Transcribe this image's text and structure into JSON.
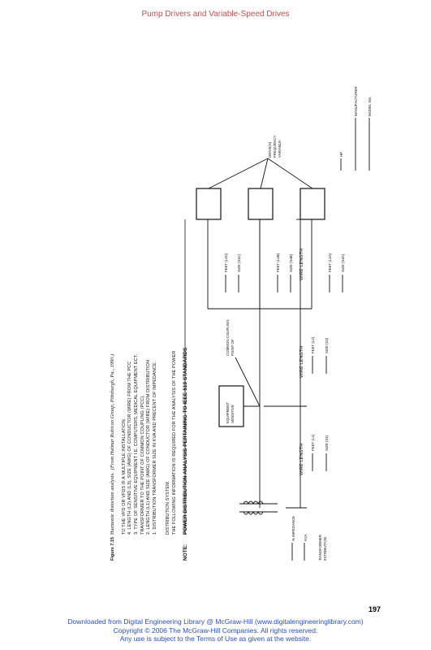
{
  "header": {
    "title": "Pump Drivers and Variable-Speed Drives"
  },
  "page_number": "197",
  "figure": {
    "label": "Figure 7.15",
    "caption": "Harmonic distortion analysis.",
    "source": "(From Halmar Robicon Group, Pittsburgh, Pa., 1990.)"
  },
  "diagram": {
    "transformer": {
      "label": "DISTRIBUTION TRANSFORMER",
      "kva": "KVA",
      "impedance": "% IMPEDANCE"
    },
    "sensitive_equipment": "SENSITIVE EQUIPMENT",
    "pcc": "POINT OF COMMON COUPLING",
    "wire_length": "WIRE LENGTH",
    "segment1": {
      "feet": "FEET (L1)",
      "size": "SIZE (S1)"
    },
    "segment2": {
      "feet": "FEET (L2)",
      "size": "SIZE (S2)"
    },
    "branches": [
      {
        "feet": "FEET (L3A)",
        "size": "SIZE (S3A)"
      },
      {
        "feet": "FEET (L3B)",
        "size": "SIZE (S3B)"
      },
      {
        "feet": "FEET (L3C)",
        "size": "SIZE (S3C)"
      }
    ],
    "vfd": {
      "label": "VARIABLE-FREQUENCY DRIVE(S)",
      "hp": "HP",
      "manufacturer": "MANUFACTURER",
      "model": "MODEL NO."
    }
  },
  "note": {
    "title": "NOTE:",
    "heading": "POWER DISTRIBUTION ANALYSIS PERTAINING TO IEEE-519 STANDARDS",
    "intro": [
      "THE FOLLOWING INFORMATION IS REQUIRED FOR THE ANALYSIS OF THE POWER",
      "DISTRIBUTION SYSTEM."
    ],
    "items": [
      "1. DISTRIBUTION TRANSFORMER SIZE IN KVA AND PRECENT OF IMPEDANCE.",
      "2. LENGTH (L1) AND SIZE (AWG) OF CONDUCTOR (WIRE) FROM DISTRIBUTION",
      "    TRANSFORMER TO THE POINT OF COMMON COUPLING (PCC).",
      "3. TYPE OF SENSITIVE EQUIPMENT I.E. COMPUTERS, MEDICAL EQUIPMENT ECT.",
      "4. LENGTH (L2) AND (L3), SIZE (AWG) OF CONDUCTOR (WIRE) FROM THE PCC",
      "    TO THE VFD OR VFDS IF A MULTIPLE INSTALLATION."
    ]
  },
  "footer": {
    "line1": "Downloaded from Digital Engineering Library @ McGraw-Hill (www.digitalengineeringlibrary.com)",
    "line2": "Copyright © 2006 The McGraw-Hill Companies. All rights reserved.",
    "line3": "Any use is subject to the Terms of Use as given at the website."
  }
}
